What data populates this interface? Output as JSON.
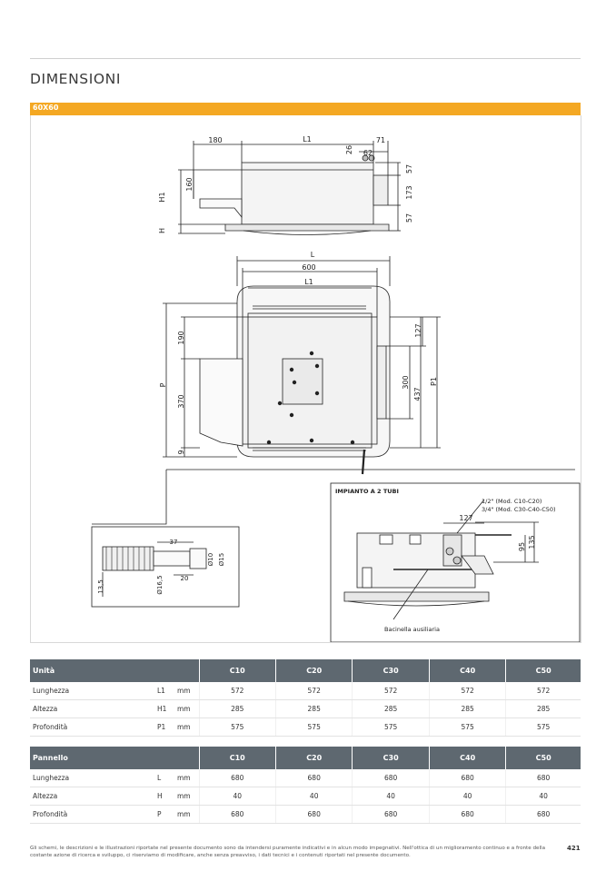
{
  "section_title": "DIMENSIONI",
  "model_bar": "60X60",
  "drawing": {
    "top_view": {
      "d180": "180",
      "dL1": "L1",
      "d71": "71",
      "d26": "26",
      "d62": "62",
      "dH1": "H1",
      "d160": "160",
      "dH": "H",
      "d57a": "57",
      "d173": "173",
      "d57b": "57"
    },
    "plan_view": {
      "dL": "L",
      "d600": "600",
      "dL1": "L1",
      "dP": "P",
      "d190": "190",
      "d370": "370",
      "d9": "9",
      "d127": "127",
      "d300": "300",
      "d437": "437",
      "dP1": "P1"
    },
    "detail": {
      "d37": "37",
      "d20": "20",
      "d135": "13,5",
      "d165": "Ø16,5",
      "d10": "Ø10",
      "d15": "Ø15"
    },
    "pipe_box": {
      "title": "IMPIANTO A 2 TUBI",
      "note1": "1/2\" (Mod. C10-C20)",
      "note2": "3/4\" (Mod. C30-C40-C50)",
      "d127": "127",
      "d95": "95",
      "d135": "135",
      "tray_label": "Bacinella ausiliaria"
    }
  },
  "unit_table": {
    "header": "Unità",
    "models": [
      "C10",
      "C20",
      "C30",
      "C40",
      "C50"
    ],
    "rows": [
      {
        "name": "Lunghezza",
        "sym": "L1",
        "unit": "mm",
        "values": [
          "572",
          "572",
          "572",
          "572",
          "572"
        ]
      },
      {
        "name": "Altezza",
        "sym": "H1",
        "unit": "mm",
        "values": [
          "285",
          "285",
          "285",
          "285",
          "285"
        ]
      },
      {
        "name": "Profondità",
        "sym": "P1",
        "unit": "mm",
        "values": [
          "575",
          "575",
          "575",
          "575",
          "575"
        ]
      }
    ]
  },
  "panel_table": {
    "header": "Pannello",
    "models": [
      "C10",
      "C20",
      "C30",
      "C40",
      "C50"
    ],
    "rows": [
      {
        "name": "Lunghezza",
        "sym": "L",
        "unit": "mm",
        "values": [
          "680",
          "680",
          "680",
          "680",
          "680"
        ]
      },
      {
        "name": "Altezza",
        "sym": "H",
        "unit": "mm",
        "values": [
          "40",
          "40",
          "40",
          "40",
          "40"
        ]
      },
      {
        "name": "Profondità",
        "sym": "P",
        "unit": "mm",
        "values": [
          "680",
          "680",
          "680",
          "680",
          "680"
        ]
      }
    ]
  },
  "footer_text": "Gli schemi, le descrizioni e le illustrazioni riportate nel presente documento sono da intendersi puramente indicativi e in alcun modo impegnativi. Nell'ottica di un miglioramento continuo e a fronte della costante azione di ricerca e sviluppo, ci riserviamo di modificare, anche senza preavviso, i dati tecnici e i contenuti riportati nel presente documento.",
  "page_number": "421"
}
